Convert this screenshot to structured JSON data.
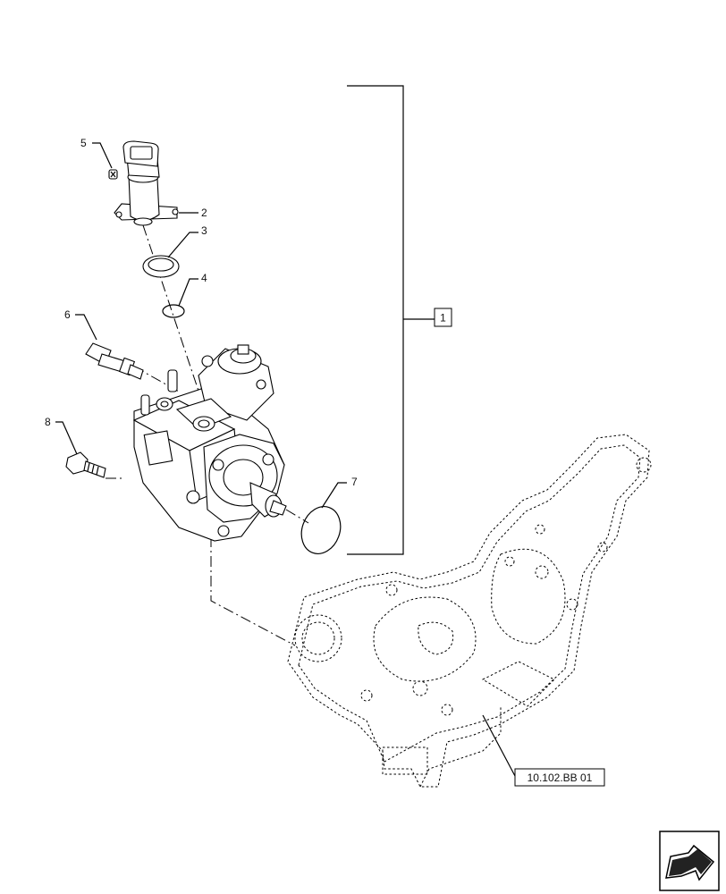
{
  "callouts": {
    "c1": "1",
    "c2": "2",
    "c3": "3",
    "c4": "4",
    "c5": "5",
    "c6": "6",
    "c7": "7",
    "c8": "8"
  },
  "reference": "10.102.BB 01",
  "nav_icon": "next-page-arrow-icon"
}
